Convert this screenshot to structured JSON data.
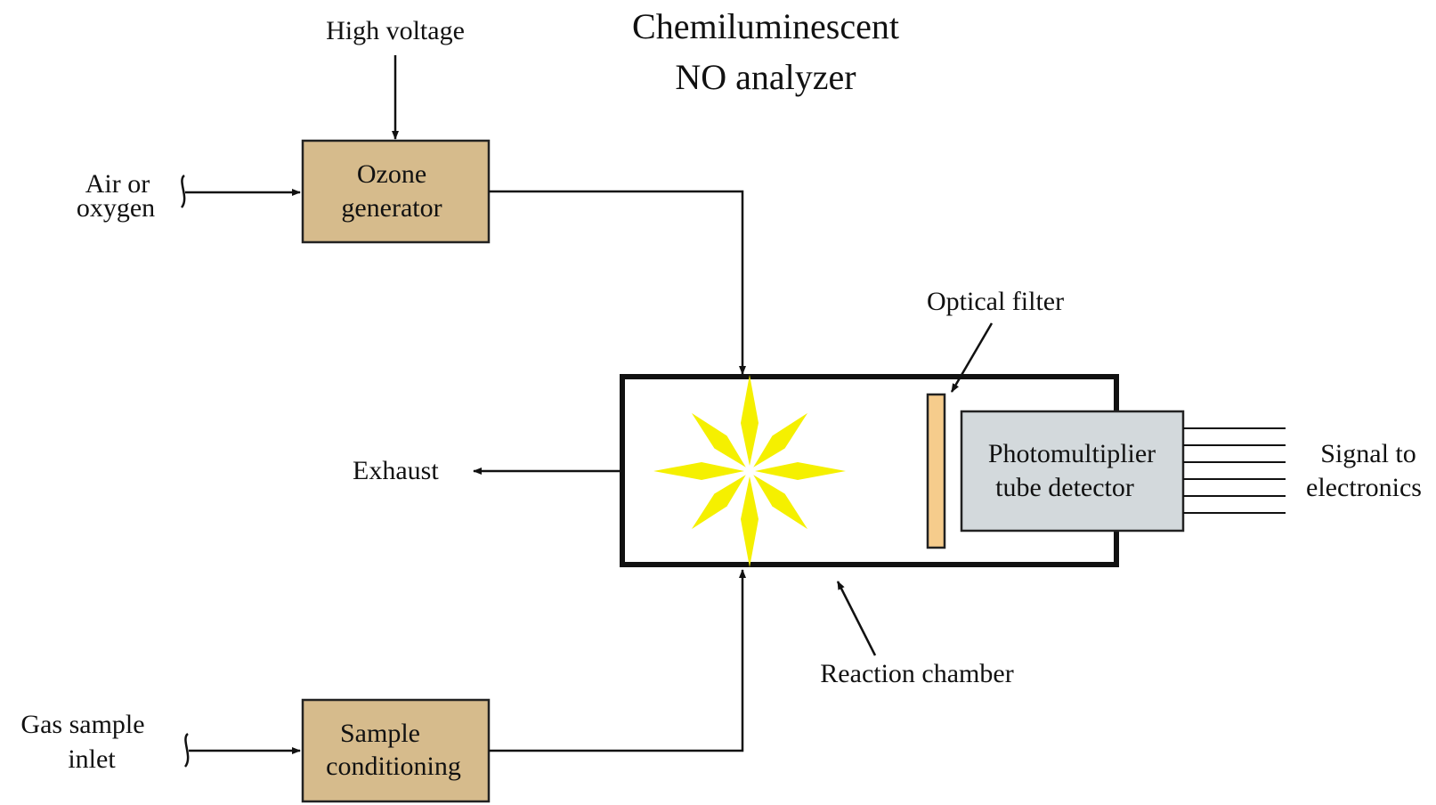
{
  "title": {
    "line1": "Chemiluminescent",
    "line2": "NO analyzer"
  },
  "labels": {
    "high_voltage": "High voltage",
    "air_line1": "Air or",
    "air_line2": "oxygen",
    "gas_line1": "Gas sample",
    "gas_line2": "inlet",
    "exhaust": "Exhaust",
    "optical_filter": "Optical filter",
    "reaction_chamber": "Reaction chamber",
    "signal_line1": "Signal to",
    "signal_line2": "electronics"
  },
  "blocks": {
    "ozone_line1": "Ozone",
    "ozone_line2": "generator",
    "sample_line1": "Sample",
    "sample_line2": "conditioning",
    "pmt_line1": "Photomultiplier",
    "pmt_line2": "tube detector"
  },
  "colors": {
    "block_tan": "#d6bb8c",
    "detector_gray": "#d3d9dc",
    "filter_orange": "#f6cc8c",
    "light_yellow": "#f5f000",
    "line": "#111111"
  }
}
